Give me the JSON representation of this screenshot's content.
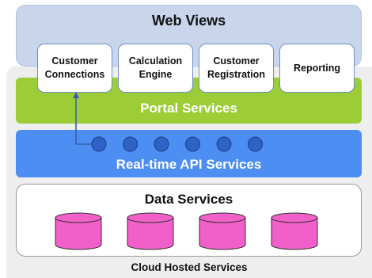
{
  "diagram": {
    "top_layer": {
      "title": "Web Views",
      "boxes": [
        {
          "label": "Customer\nConnections"
        },
        {
          "label": "Calculation\nEngine"
        },
        {
          "label": "Customer\nRegistration"
        },
        {
          "label": "Reporting"
        }
      ]
    },
    "portal_layer": {
      "label": "Portal Services"
    },
    "api_layer": {
      "label": "Real-time API Services",
      "node_count": 6
    },
    "data_layer": {
      "title": "Data Services",
      "database_count": 4
    },
    "outer_label": "Cloud Hosted Services",
    "colors": {
      "web_views_bg": "#c9d5ea",
      "portal_bg": "#9dcd36",
      "api_bg": "#4d8ef2",
      "api_node": "#2e62c8",
      "database_fill": "#f060c8",
      "arrow": "#3a5ea8"
    }
  }
}
